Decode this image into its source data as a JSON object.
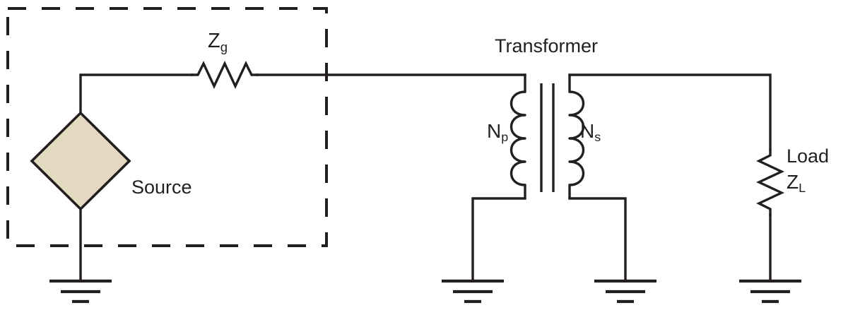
{
  "diagram": {
    "title_text": "Transformer",
    "labels": {
      "source": "Source",
      "generator_impedance_symbol": "Z",
      "generator_impedance_subscript": "g",
      "primary_turns_symbol": "N",
      "primary_turns_subscript": "p",
      "secondary_turns_symbol": "N",
      "secondary_turns_subscript": "s",
      "load": "Load",
      "load_impedance_symbol": "Z",
      "load_impedance_subscript": "L"
    },
    "colors": {
      "line": "#231f20",
      "source_fill": "#e3d8c0",
      "background": "#ffffff"
    },
    "components": [
      {
        "name": "source",
        "type": "diamond-source",
        "label": "Source",
        "fill": "#e3d8c0"
      },
      {
        "name": "generator-impedance",
        "type": "resistor-horizontal",
        "label": "Zg"
      },
      {
        "name": "transformer",
        "type": "transformer",
        "primary_label": "Np",
        "secondary_label": "Ns",
        "primary_coil_turns": 4,
        "secondary_coil_turns": 4,
        "core_lines": 2
      },
      {
        "name": "load-impedance",
        "type": "resistor-vertical",
        "label": "ZL"
      },
      {
        "name": "ground-source",
        "type": "ground"
      },
      {
        "name": "ground-transformer-primary",
        "type": "ground"
      },
      {
        "name": "ground-transformer-secondary",
        "type": "ground"
      },
      {
        "name": "ground-load",
        "type": "ground"
      }
    ],
    "enclosure": {
      "name": "source-network-boundary",
      "style": "dashed-rectangle"
    }
  }
}
